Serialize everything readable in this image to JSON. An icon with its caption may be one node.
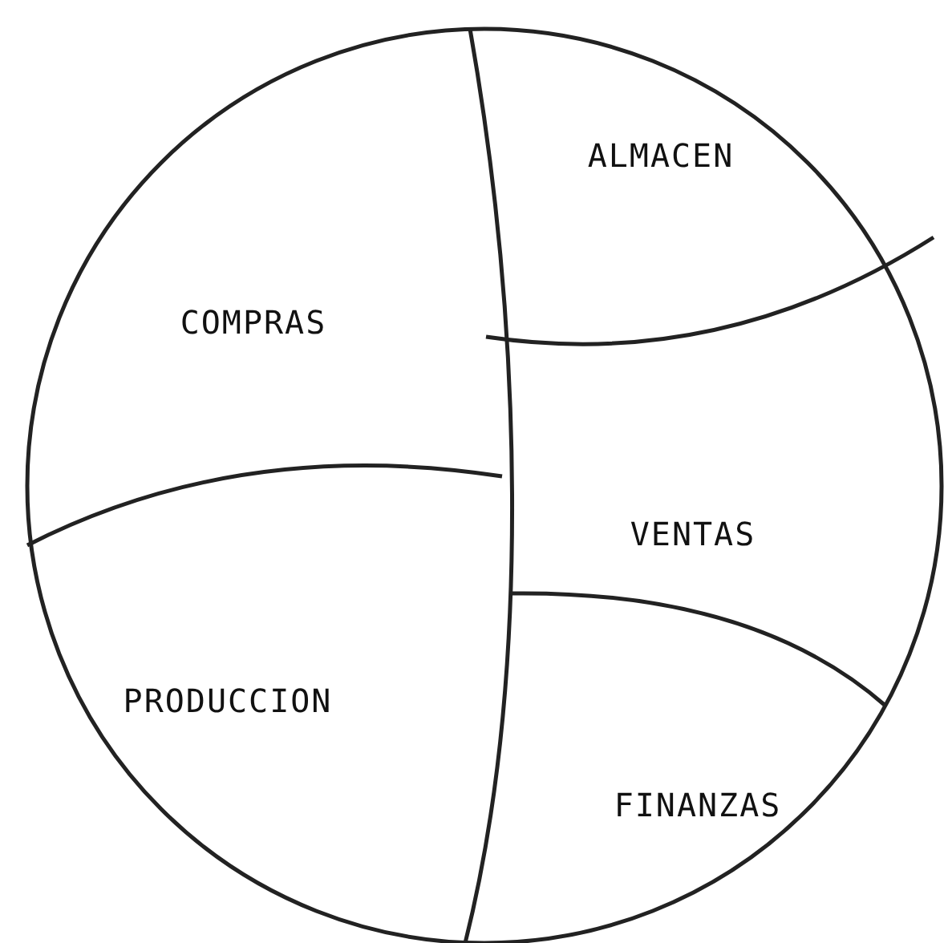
{
  "diagram": {
    "nodes": [
      {
        "text": [
          "ALMACEN"
        ]
      },
      {
        "text": [
          "COMPRAS"
        ]
      },
      {
        "text": [
          "VENTAS"
        ]
      },
      {
        "text": [
          "PRODUCCION"
        ]
      },
      {
        "text": [
          "FINANZAS"
        ]
      }
    ]
  }
}
